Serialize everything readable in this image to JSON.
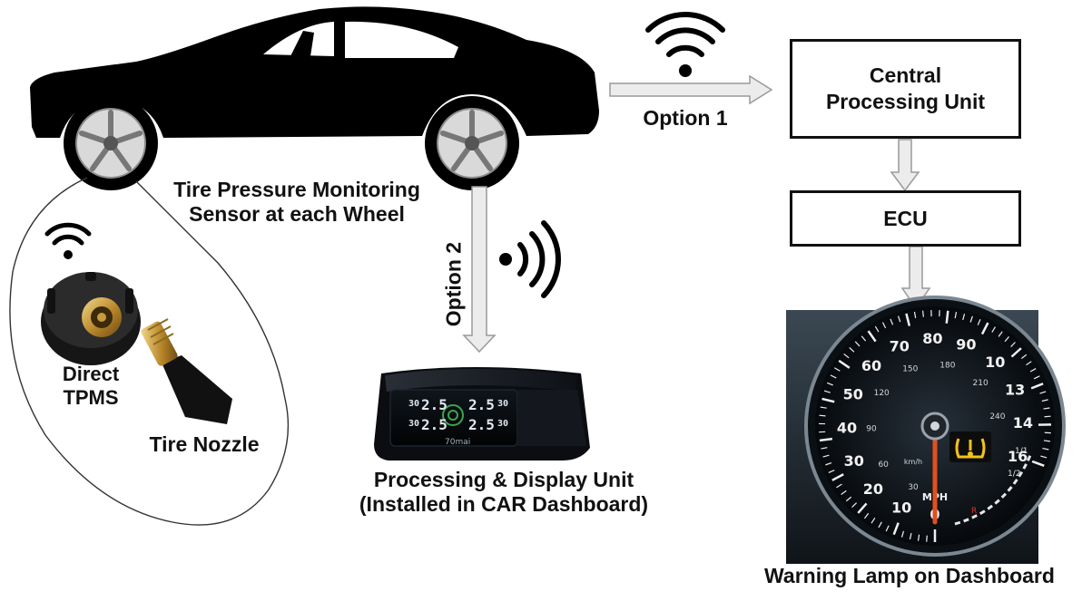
{
  "diagram": {
    "sensor_label": "Tire Pressure Monitoring\nSensor at each Wheel",
    "direct_tpms_label": "Direct\nTPMS",
    "tire_nozzle_label": "Tire Nozzle",
    "option1_label": "Option 1",
    "option2_label": "Option 2",
    "cpu_box_label": "Central\nProcessing Unit",
    "ecu_box_label": "ECU",
    "display_unit_label": "Processing & Display Unit\n(Installed in CAR Dashboard)",
    "warning_lamp_label": "Warning Lamp on Dashboard",
    "display_device": {
      "brand": "70mai",
      "readings": [
        "30",
        "2.5",
        "30",
        "2.5",
        "2.5",
        "30",
        "2.5",
        "30"
      ]
    },
    "speedometer": {
      "mph_ticks": [
        "0",
        "10",
        "20",
        "30",
        "40",
        "50",
        "60",
        "70",
        "80",
        "90",
        "10",
        "13",
        "14",
        "16"
      ],
      "kmh_ticks": [
        "30",
        "60",
        "90",
        "120",
        "150",
        "180",
        "210",
        "240"
      ],
      "unit_mph": "MPH",
      "unit_kmh": "km/h",
      "fuel_marks": [
        "1/1",
        "1/2"
      ],
      "reserve_mark": "R"
    },
    "colors": {
      "line": "#111111",
      "arrow_fill": "#ececec",
      "arrow_stroke": "#9a9a9a",
      "warning_amber": "#f2c21a",
      "needle": "#e0501f"
    }
  }
}
